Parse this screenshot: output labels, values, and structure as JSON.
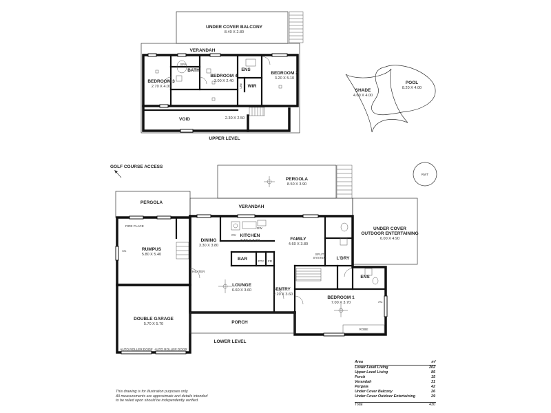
{
  "upper": {
    "level_label": "UPPER LEVEL",
    "balcony_name": "UNDER COVER BALCONY",
    "balcony_dim": "8.40 X 2.80",
    "verandah": "VERANDAH",
    "bed3_name": "BEDROOM 3",
    "bed3_dim": "2.70 X 4.00",
    "bath": "BATH",
    "spa": "SPA",
    "bed4_name": "BEDROOM 4",
    "bed4_dim": "3.00 X 2.40",
    "ens": "ENS",
    "bed2_name": "BEDROOM 2",
    "bed2_dim": "3.20 X 5.10",
    "lin": "LIN",
    "wir": "WIR",
    "void": "VOID",
    "landing_dim": "2.30 X 2.50"
  },
  "pool": {
    "pool_name": "POOL",
    "pool_dim": "8.20 X 4.00",
    "shade_name": "SHADE",
    "shade_dim": "4.00 X 4.00"
  },
  "lower": {
    "level_label": "LOWER LEVEL",
    "golf": "GOLF COURSE ACCESS",
    "rwt": "RWT",
    "pergola_top_name": "PERGOLA",
    "pergola_top_dim": "8.50 X 3.90",
    "pergola_left": "PERGOLA",
    "verandah": "VERANDAH",
    "outdoor_name_1": "UNDER COVER",
    "outdoor_name_2": "OUTDOOR ENTERTAINING",
    "outdoor_dim": "6.00 X 4.90",
    "fire_place": "FIRE PLACE",
    "rumpus_name": "RUMPUS",
    "rumpus_dim": "5.80 X 5.40",
    "ac": "AC",
    "heater": "HEATER",
    "dining_name": "DINING",
    "dining_dim": "3.30 X 3.80",
    "kitchen_name": "KITCHEN",
    "kitchen_dim": "3.80 X 2.60",
    "dw": "DW",
    "ov": "OV",
    "family_name": "FAMILY",
    "family_dim": "4.60 X 3.80",
    "split_1": "SPLIT",
    "split_2": "SYSTEM",
    "ldry": "L'DRY",
    "bar": "BAR",
    "pty": "PTY",
    "fr": "FR",
    "lounge_name": "LOUNGE",
    "lounge_dim": "6.60 X 3.60",
    "entry_name": "ENTRY",
    "entry_dim": "2.20 X 3.60",
    "ens": "ENS",
    "bed1_name": "BEDROOM 1",
    "bed1_dim": "7.00 X 3.70",
    "ac2": "AC",
    "robe": "ROBE",
    "garage_name": "DOUBLE GARAGE",
    "garage_dim": "5.70 X 5.70",
    "roller_1": "AUTO ROLLER DOOR",
    "roller_2": "AUTO ROLLER DOOR",
    "porch": "PORCH"
  },
  "disclaimer": [
    "This drawing is for illustration purposes only.",
    "All measurements are approximate and details intended",
    "to be relied upon should be independently verified."
  ],
  "area_table": {
    "header_label": "Area",
    "header_unit": "m²",
    "rows": [
      {
        "label": "Lower Level Living",
        "value": "202"
      },
      {
        "label": "Upper Level Living",
        "value": "85"
      },
      {
        "label": "Porch",
        "value": "15"
      },
      {
        "label": "Verandah",
        "value": "31"
      },
      {
        "label": "Pergola",
        "value": "42"
      },
      {
        "label": "Under Cover Balcony",
        "value": "26"
      },
      {
        "label": "Under Cover Outdoor Entertaining",
        "value": "29"
      }
    ],
    "total_label": "Total",
    "total_value": "430"
  }
}
